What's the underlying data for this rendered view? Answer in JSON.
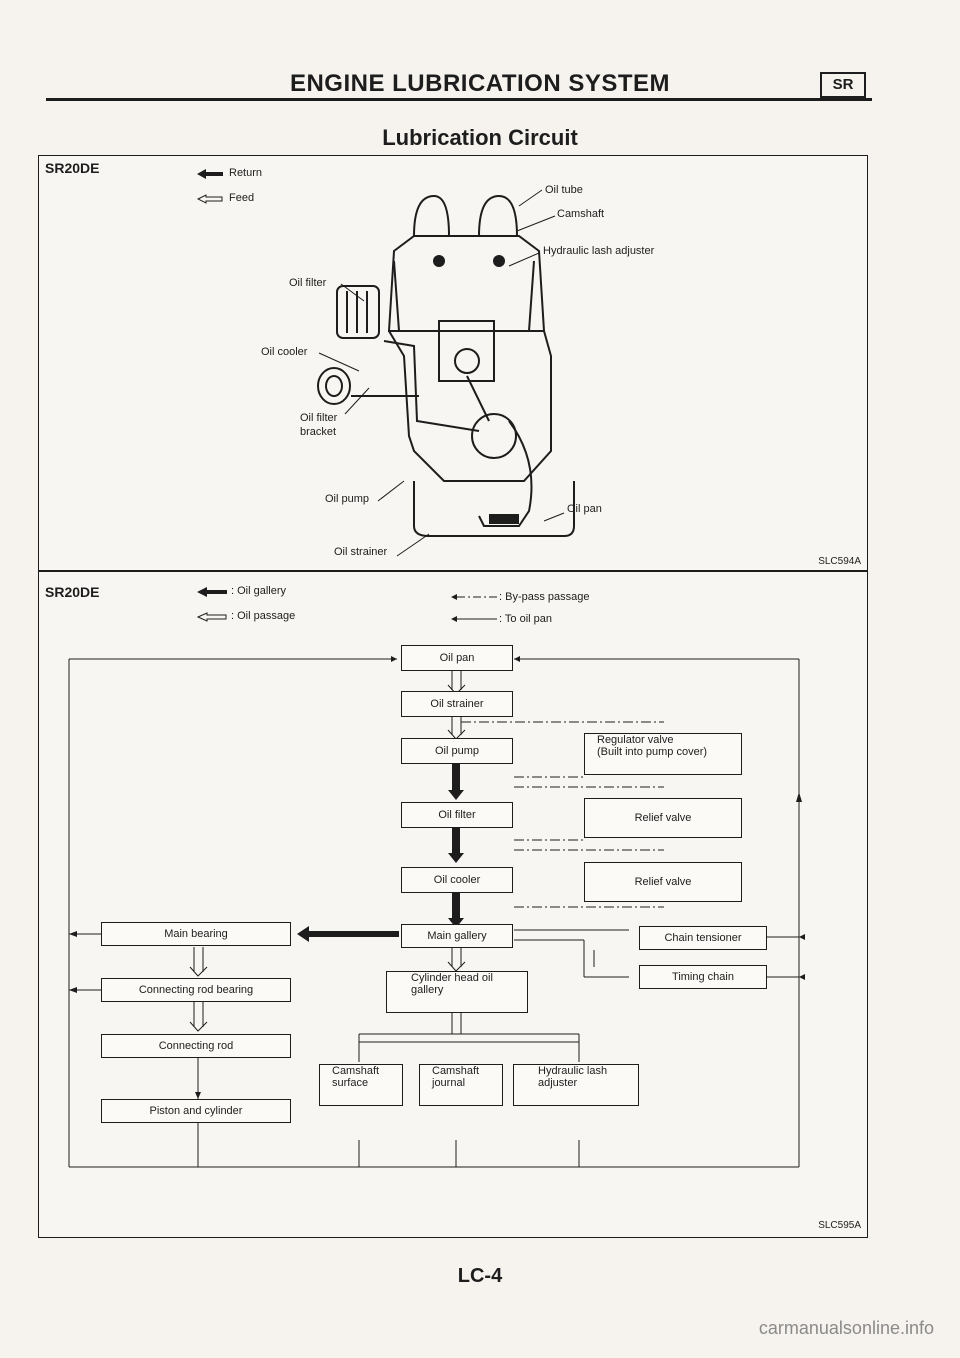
{
  "header": {
    "title": "ENGINE LUBRICATION SYSTEM",
    "badge": "SR"
  },
  "section_title": "Lubrication Circuit",
  "panel1": {
    "label": "SR20DE",
    "legend": {
      "return": "Return",
      "feed": "Feed"
    },
    "callouts": {
      "oil_tube": "Oil tube",
      "camshaft": "Camshaft",
      "hydraulic_lash_adjuster": "Hydraulic lash adjuster",
      "oil_filter": "Oil filter",
      "oil_cooler": "Oil cooler",
      "oil_filter_bracket_1": "Oil filter",
      "oil_filter_bracket_2": "bracket",
      "oil_pump": "Oil pump",
      "oil_pan": "Oil pan",
      "oil_strainer": "Oil strainer"
    },
    "ref": "SLC594A"
  },
  "panel2": {
    "label": "SR20DE",
    "legend": {
      "oil_gallery": ": Oil gallery",
      "oil_passage": ": Oil passage",
      "bypass": ": By-pass passage",
      "to_oil_pan": ": To oil pan"
    },
    "boxes": {
      "oil_pan": "Oil pan",
      "oil_strainer": "Oil strainer",
      "oil_pump": "Oil pump",
      "regulator_1": "Regulator valve",
      "regulator_2": "(Built into pump cover)",
      "oil_filter": "Oil filter",
      "relief_valve_1": "Relief valve",
      "oil_cooler": "Oil cooler",
      "relief_valve_2": "Relief valve",
      "main_bearing": "Main bearing",
      "main_gallery": "Main gallery",
      "chain_tensioner": "Chain tensioner",
      "timing_chain": "Timing chain",
      "connecting_rod_bearing": "Connecting rod bearing",
      "cyl_head_1": "Cylinder head oil",
      "cyl_head_2": "gallery",
      "connecting_rod": "Connecting rod",
      "camshaft_surface_1": "Camshaft",
      "camshaft_surface_2": "surface",
      "camshaft_journal_1": "Camshaft",
      "camshaft_journal_2": "journal",
      "hla_1": "Hydraulic lash",
      "hla_2": "adjuster",
      "piston_cylinder": "Piston and cylinder"
    },
    "ref": "SLC595A"
  },
  "page_number": "LC-4",
  "watermark": "carmanualsonline.info"
}
